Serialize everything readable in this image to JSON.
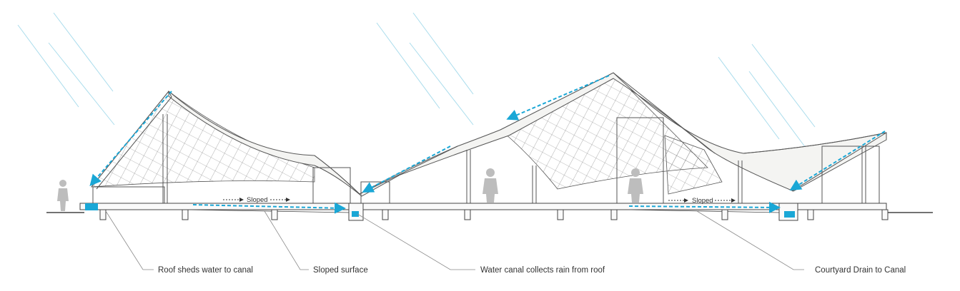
{
  "annotations": {
    "roof_sheds": "Roof sheds water to canal",
    "sloped_surface": "Sloped surface",
    "water_canal": "Water canal collects rain from roof",
    "courtyard_drain": "Courtyard Drain to Canal"
  },
  "slope_markers": {
    "left": "Sloped",
    "right": "Sloped"
  },
  "colors": {
    "rain": "#a9dcec",
    "water": "#1aa7d6",
    "structure": "#555555",
    "roof_fill": "#f4f4f2",
    "leader": "#8a8a8a",
    "figure": "#bdbdbd"
  }
}
